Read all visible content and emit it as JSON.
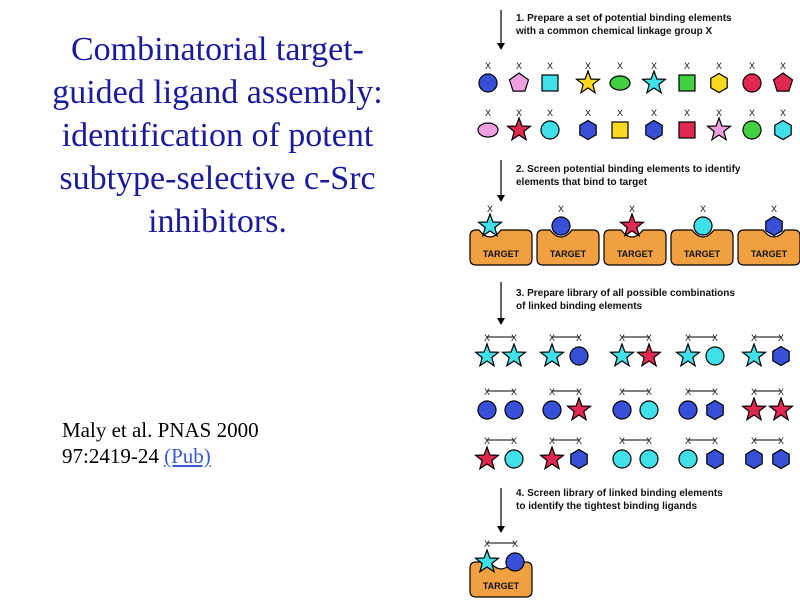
{
  "title_lines": [
    "Combinatorial target-",
    "guided ligand assembly:",
    "identification of potent",
    "subtype-selective c-Src",
    "inhibitors."
  ],
  "citation": {
    "line1": "Maly et al. PNAS 2000",
    "line2_prefix": "97:2419-24",
    "link_label": "(Pub)"
  },
  "steps": [
    {
      "line1": "1.  Prepare a set of potential binding elements",
      "line2": "with a common chemical linkage group X"
    },
    {
      "line1": "2.  Screen potential binding elements to identify",
      "line2": "elements that bind to target"
    },
    {
      "line1": "3.  Prepare library of all possible combinations",
      "line2": "of linked binding elements"
    },
    {
      "line1": "4.  Screen library of linked binding elements",
      "line2": "to identify the tightest binding ligands"
    }
  ],
  "linker_symbol": "X",
  "target_label": "TARGET",
  "colors": {
    "title": "#1a1a9e",
    "link": "#3a5ad8",
    "target_fill": "#f0a040",
    "blue": "#3850d8",
    "cyan": "#40e0e8",
    "red": "#e02850",
    "pink": "#f0a0e0",
    "yellow": "#f8d820",
    "green": "#40d040"
  },
  "element_rows": [
    [
      "blue-circle",
      "pink-pentagon",
      "cyan-square",
      "yellow-star",
      "green-ellipse",
      "cyan-star",
      "green-square",
      "yellow-hexagon",
      "red-circle",
      "red-pentagon"
    ],
    [
      "pink-ellipse",
      "red-star",
      "cyan-circle",
      "blue-hexagon",
      "yellow-square",
      "blue-hexagon",
      "red-square",
      "pink-star",
      "green-circle",
      "cyan-hexagon"
    ]
  ],
  "bound_elements": [
    "cyan-star",
    "blue-circle",
    "red-star",
    "cyan-circle",
    "blue-hexagon"
  ],
  "pair_rows": [
    [
      [
        "cyan-star",
        "cyan-star"
      ],
      [
        "cyan-star",
        "blue-circle"
      ],
      [
        "cyan-star",
        "red-star"
      ],
      [
        "cyan-star",
        "cyan-circle"
      ],
      [
        "cyan-star",
        "blue-hexagon"
      ]
    ],
    [
      [
        "blue-circle",
        "blue-circle"
      ],
      [
        "blue-circle",
        "red-star"
      ],
      [
        "blue-circle",
        "cyan-circle"
      ],
      [
        "blue-circle",
        "blue-hexagon"
      ],
      [
        "red-star",
        "red-star"
      ]
    ],
    [
      [
        "red-star",
        "cyan-circle"
      ],
      [
        "red-star",
        "blue-hexagon"
      ],
      [
        "cyan-circle",
        "cyan-circle"
      ],
      [
        "cyan-circle",
        "blue-hexagon"
      ],
      [
        "blue-hexagon",
        "blue-hexagon"
      ]
    ]
  ],
  "final_ligand": [
    "cyan-star",
    "blue-circle"
  ]
}
